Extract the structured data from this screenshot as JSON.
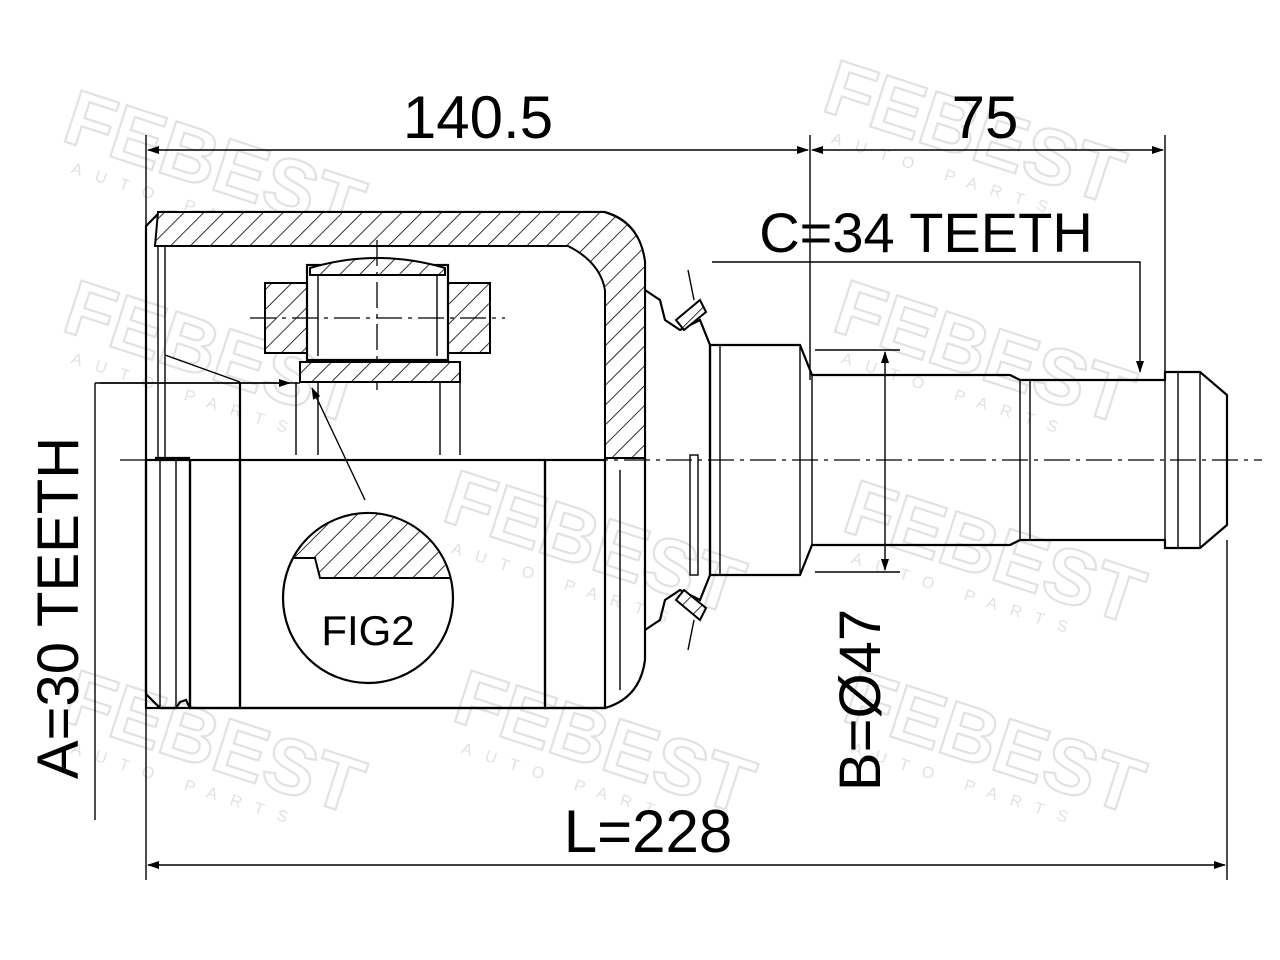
{
  "dimensions": {
    "housing_length": "140.5",
    "shaft_length": "75",
    "outer_spline": "C=34 TEETH",
    "inner_spline": "A=30 TEETH",
    "shaft_diameter": "B=Ø47",
    "total_length": "L=228"
  },
  "figure_label": "FIG2",
  "watermark": {
    "brand": "FEBEST",
    "subtitle": "AUTO PARTS"
  },
  "colors": {
    "line": "#000000",
    "watermark": "#e2e2e2",
    "background": "#ffffff"
  }
}
